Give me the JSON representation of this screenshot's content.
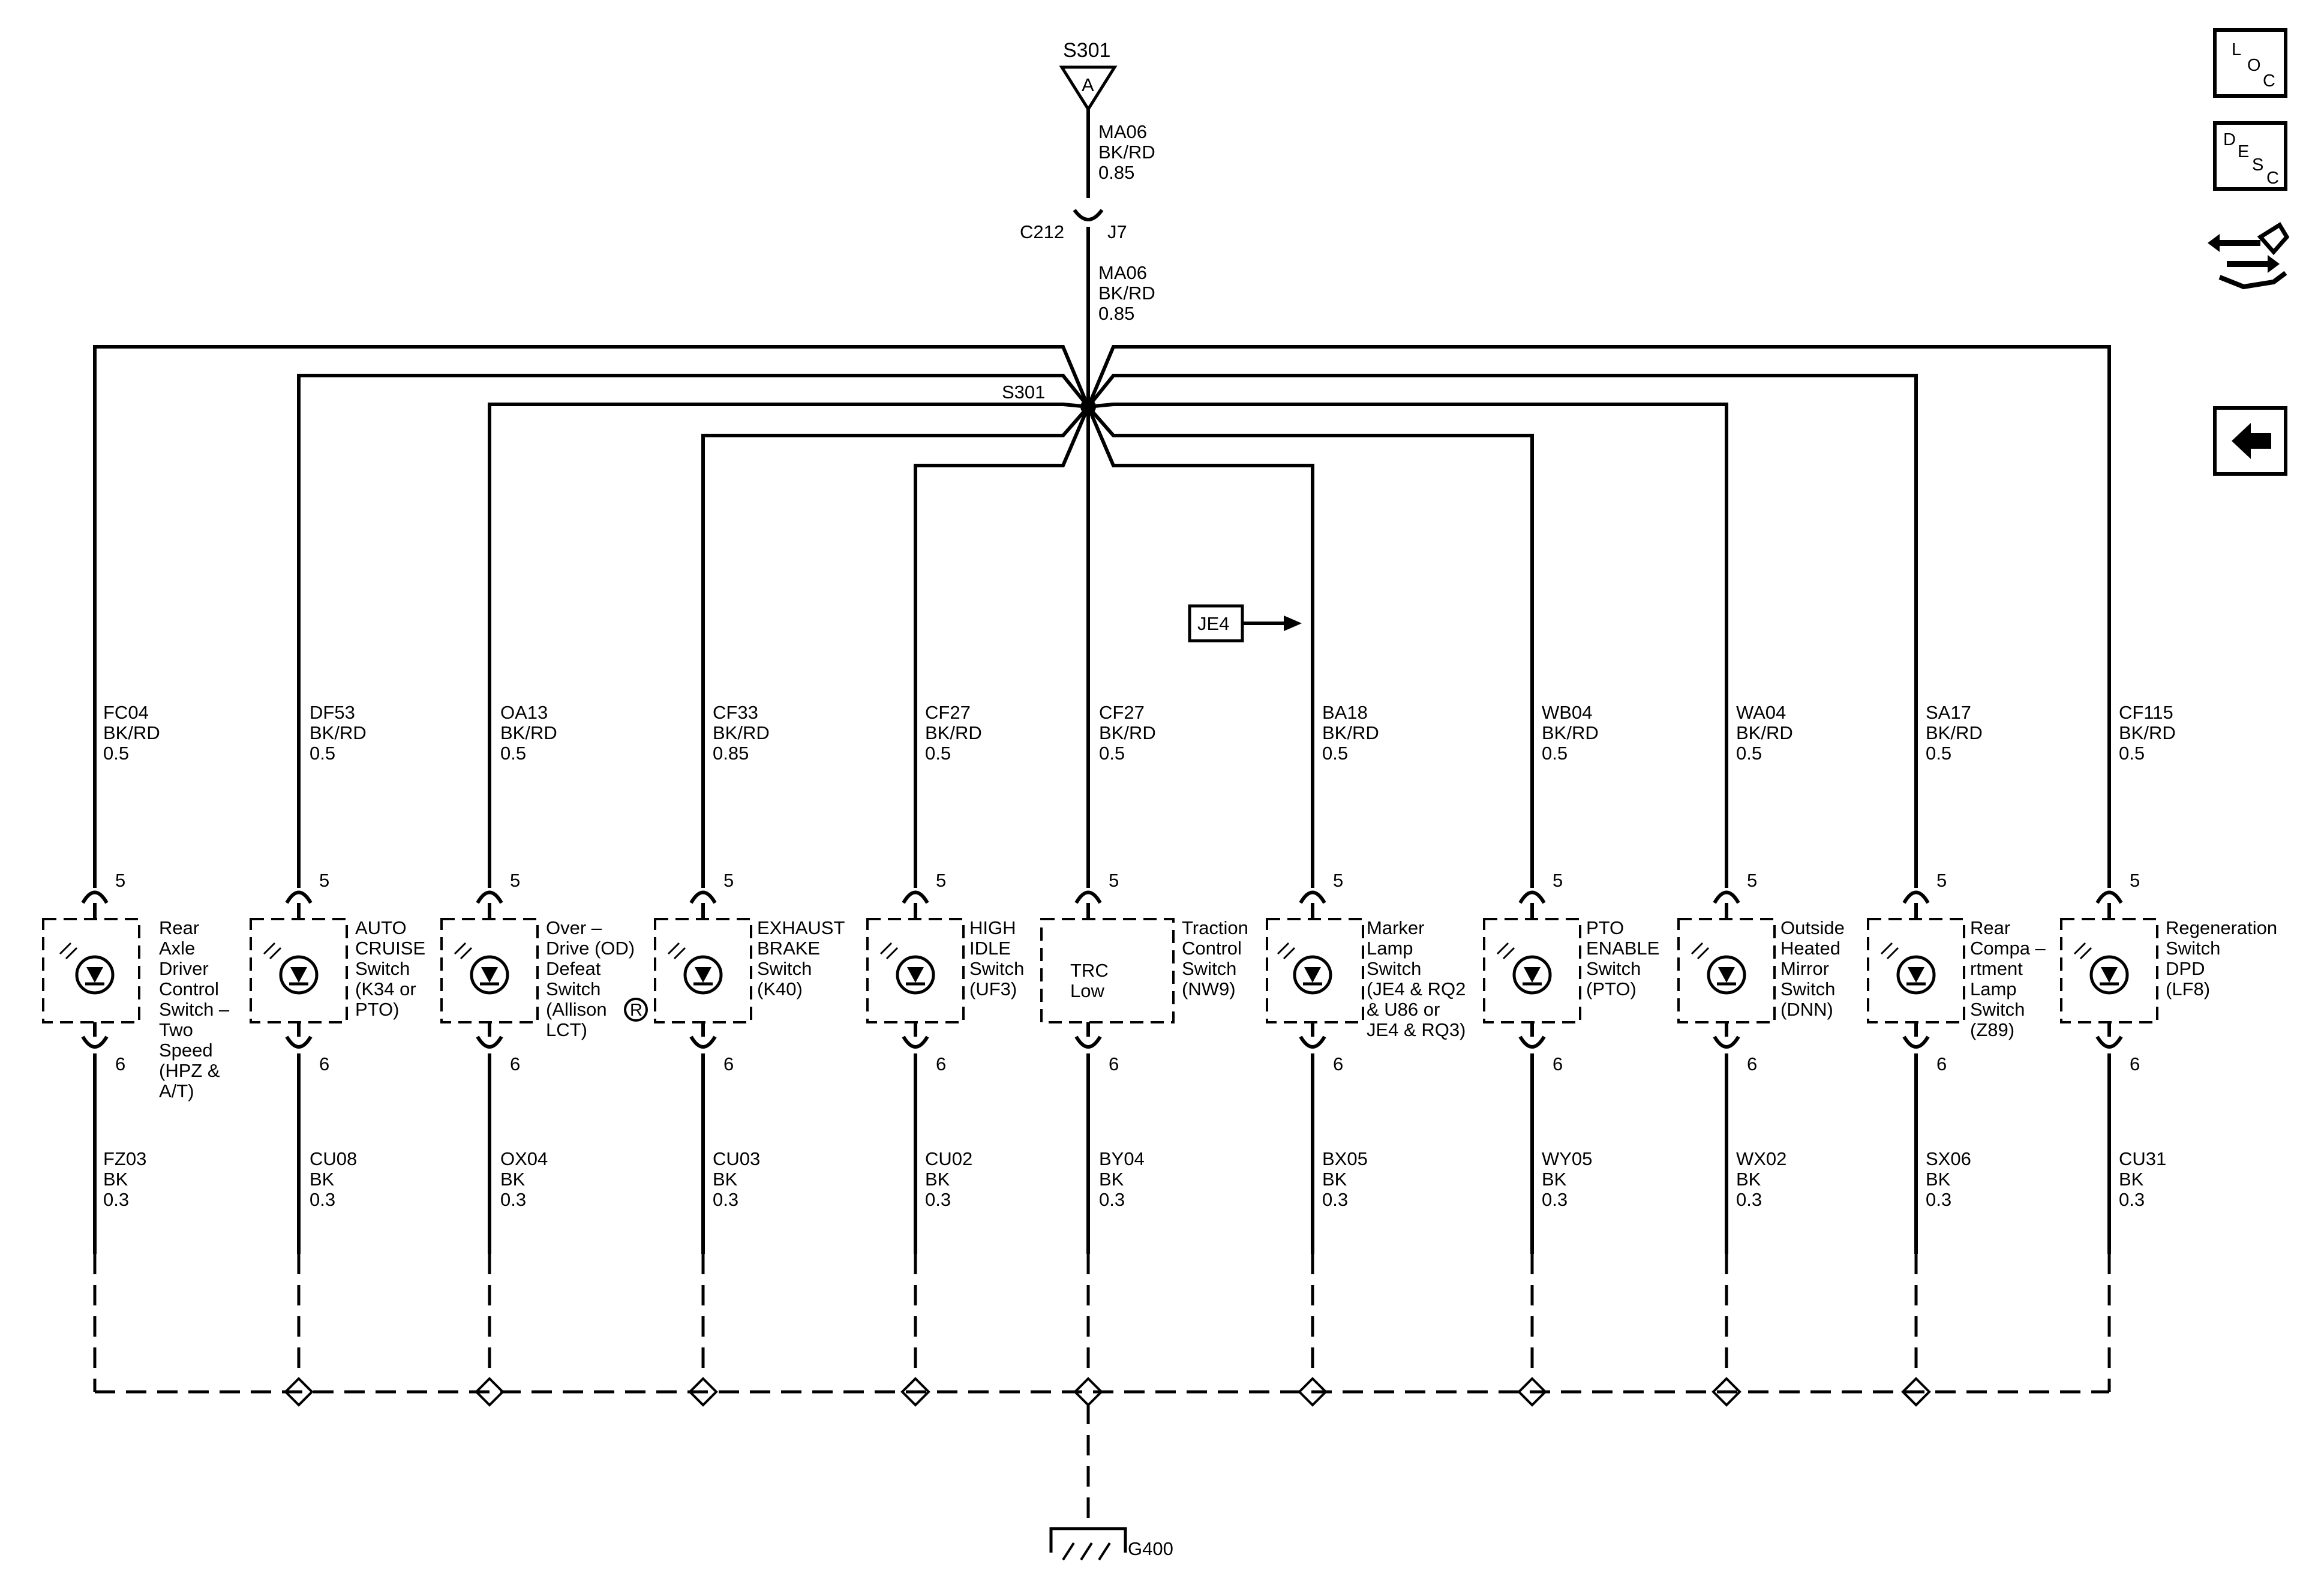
{
  "top_splice": {
    "name": "S301",
    "tag": "A"
  },
  "feed_wire_upper": {
    "circuit": "MA06",
    "color": "BK/RD",
    "gauge": "0.85"
  },
  "connector": {
    "left": "C212",
    "right": "J7"
  },
  "feed_wire_lower": {
    "circuit": "MA06",
    "color": "BK/RD",
    "gauge": "0.85"
  },
  "hub_splice_label": "S301",
  "je4_reference": "JE4",
  "ground": {
    "name": "G400"
  },
  "nav": {
    "loc": [
      "L",
      "O",
      "C"
    ],
    "desc": [
      "D",
      "E",
      "S",
      "C"
    ],
    "transfer_icon": "hand-arrows-icon",
    "back_icon": "left-arrow-icon"
  },
  "switches": [
    {
      "upper_circuit": "FC04",
      "upper_color": "BK/RD",
      "upper_gauge": "0.5",
      "pin_top": "5",
      "pin_bottom": "6",
      "led_text": "",
      "name_lines": [
        "Rear",
        "Axle",
        "Driver",
        "Control",
        "Switch –",
        "Two",
        "Speed",
        "(HPZ &",
        "A/T)"
      ],
      "lower_circuit": "FZ03",
      "lower_color": "BK",
      "lower_gauge": "0.3"
    },
    {
      "upper_circuit": "DF53",
      "upper_color": "BK/RD",
      "upper_gauge": "0.5",
      "pin_top": "5",
      "pin_bottom": "6",
      "led_text": "",
      "name_lines": [
        "AUTO",
        "CRUISE",
        "Switch",
        "(K34 or",
        "PTO)"
      ],
      "lower_circuit": "CU08",
      "lower_color": "BK",
      "lower_gauge": "0.3"
    },
    {
      "upper_circuit": "OA13",
      "upper_color": "BK/RD",
      "upper_gauge": "0.5",
      "pin_top": "5",
      "pin_bottom": "6",
      "led_text": "",
      "name_lines": [
        "Over –",
        "Drive (OD)",
        "Defeat",
        "Switch",
        "(Allison",
        "LCT)"
      ],
      "badge": "R",
      "lower_circuit": "OX04",
      "lower_color": "BK",
      "lower_gauge": "0.3"
    },
    {
      "upper_circuit": "CF33",
      "upper_color": "BK/RD",
      "upper_gauge": "0.85",
      "pin_top": "5",
      "pin_bottom": "6",
      "led_text": "",
      "name_lines": [
        "EXHAUST",
        "BRAKE",
        "Switch",
        "(K40)"
      ],
      "lower_circuit": "CU03",
      "lower_color": "BK",
      "lower_gauge": "0.3"
    },
    {
      "upper_circuit": "CF27",
      "upper_color": "BK/RD",
      "upper_gauge": "0.5",
      "pin_top": "5",
      "pin_bottom": "6",
      "led_text": "",
      "name_lines": [
        "HIGH",
        "IDLE",
        "Switch",
        "(UF3)"
      ],
      "lower_circuit": "CU02",
      "lower_color": "BK",
      "lower_gauge": "0.3"
    },
    {
      "upper_circuit": "CF27",
      "upper_color": "BK/RD",
      "upper_gauge": "0.5",
      "pin_top": "5",
      "pin_bottom": "6",
      "led_text": "TRC Low",
      "name_lines": [
        "Traction",
        "Control",
        "Switch",
        "(NW9)"
      ],
      "lower_circuit": "BY04",
      "lower_color": "BK",
      "lower_gauge": "0.3"
    },
    {
      "upper_circuit": "BA18",
      "upper_color": "BK/RD",
      "upper_gauge": "0.5",
      "pin_top": "5",
      "pin_bottom": "6",
      "led_text": "",
      "name_lines": [
        "Marker",
        "Lamp",
        "Switch",
        "(JE4 & RQ2",
        "& U86 or",
        "JE4 & RQ3)"
      ],
      "lower_circuit": "BX05",
      "lower_color": "BK",
      "lower_gauge": "0.3"
    },
    {
      "upper_circuit": "WB04",
      "upper_color": "BK/RD",
      "upper_gauge": "0.5",
      "pin_top": "5",
      "pin_bottom": "6",
      "led_text": "",
      "name_lines": [
        "PTO",
        "ENABLE",
        "Switch",
        "(PTO)"
      ],
      "lower_circuit": "WY05",
      "lower_color": "BK",
      "lower_gauge": "0.3"
    },
    {
      "upper_circuit": "WA04",
      "upper_color": "BK/RD",
      "upper_gauge": "0.5",
      "pin_top": "5",
      "pin_bottom": "6",
      "led_text": "",
      "name_lines": [
        "Outside",
        "Heated",
        "Mirror",
        "Switch",
        "(DNN)"
      ],
      "lower_circuit": "WX02",
      "lower_color": "BK",
      "lower_gauge": "0.3"
    },
    {
      "upper_circuit": "SA17",
      "upper_color": "BK/RD",
      "upper_gauge": "0.5",
      "pin_top": "5",
      "pin_bottom": "6",
      "led_text": "",
      "name_lines": [
        "Rear",
        "Compa –",
        "rtment",
        "Lamp",
        "Switch",
        "(Z89)"
      ],
      "lower_circuit": "SX06",
      "lower_color": "BK",
      "lower_gauge": "0.3"
    },
    {
      "upper_circuit": "CF115",
      "upper_color": "BK/RD",
      "upper_gauge": "0.5",
      "pin_top": "5",
      "pin_bottom": "6",
      "led_text": "",
      "name_lines": [
        "Regeneration",
        "Switch",
        "DPD",
        "(LF8)"
      ],
      "lower_circuit": "CU31",
      "lower_color": "BK",
      "lower_gauge": "0.3"
    }
  ]
}
